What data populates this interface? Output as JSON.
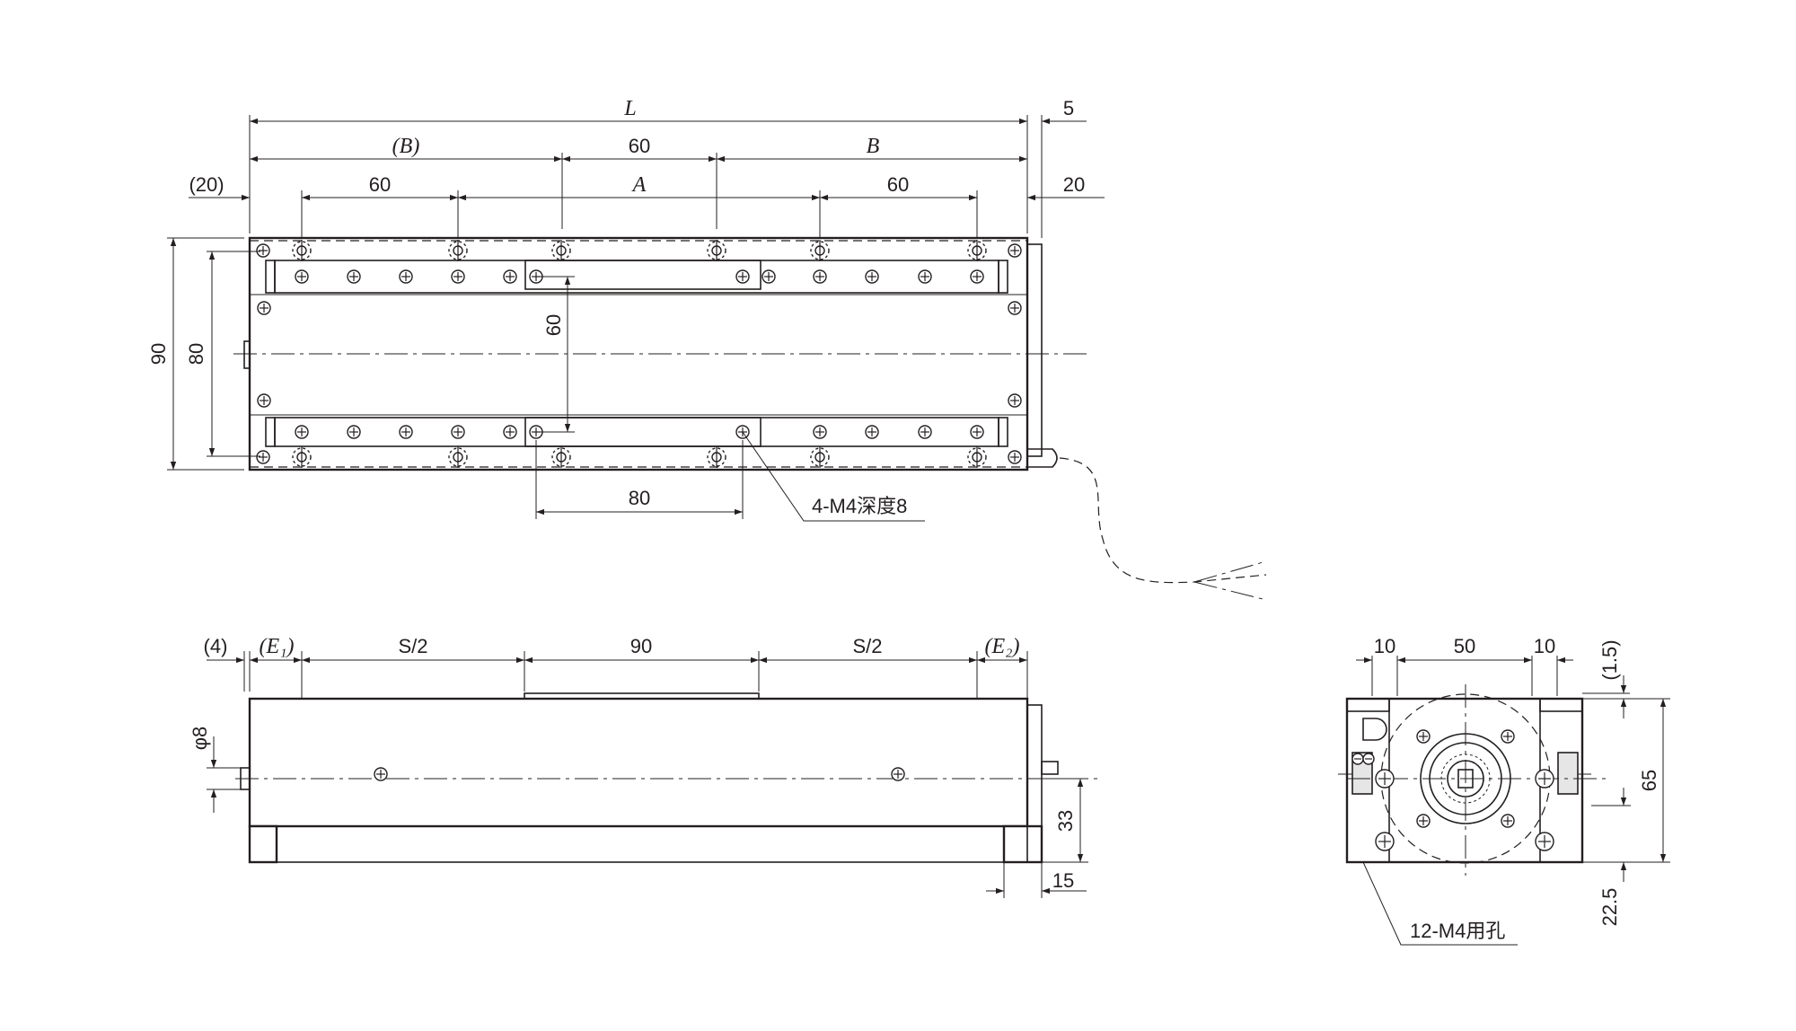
{
  "top_view": {
    "dim_L": "L",
    "dim_5": "5",
    "dim_B_paren": "(B)",
    "dim_60_center": "60",
    "dim_B": "B",
    "dim_20_left": "(20)",
    "dim_60_left": "60",
    "dim_A": "A",
    "dim_60_right": "60",
    "dim_20_right": "20",
    "dim_90": "90",
    "dim_80_vertical": "80",
    "dim_60_vertical": "60",
    "dim_80_horizontal": "80",
    "callout_holes": "4-M4深度8"
  },
  "side_view": {
    "dim_4": "(4)",
    "dim_E1": "(E₁)",
    "dim_S2_left": "S/2",
    "dim_90": "90",
    "dim_S2_right": "S/2",
    "dim_E2": "(E₂)",
    "dim_phi8": "φ8",
    "dim_33": "33",
    "dim_15": "15"
  },
  "end_view": {
    "dim_10_left": "10",
    "dim_50": "50",
    "dim_10_right": "10",
    "dim_1_5": "(1.5)",
    "dim_65": "65",
    "dim_22_5": "22.5",
    "callout_holes": "12-M4用孔"
  },
  "colors": {
    "line": "#231f20",
    "fill": "#ffffff",
    "accent_fill": "#e6e6e6"
  }
}
